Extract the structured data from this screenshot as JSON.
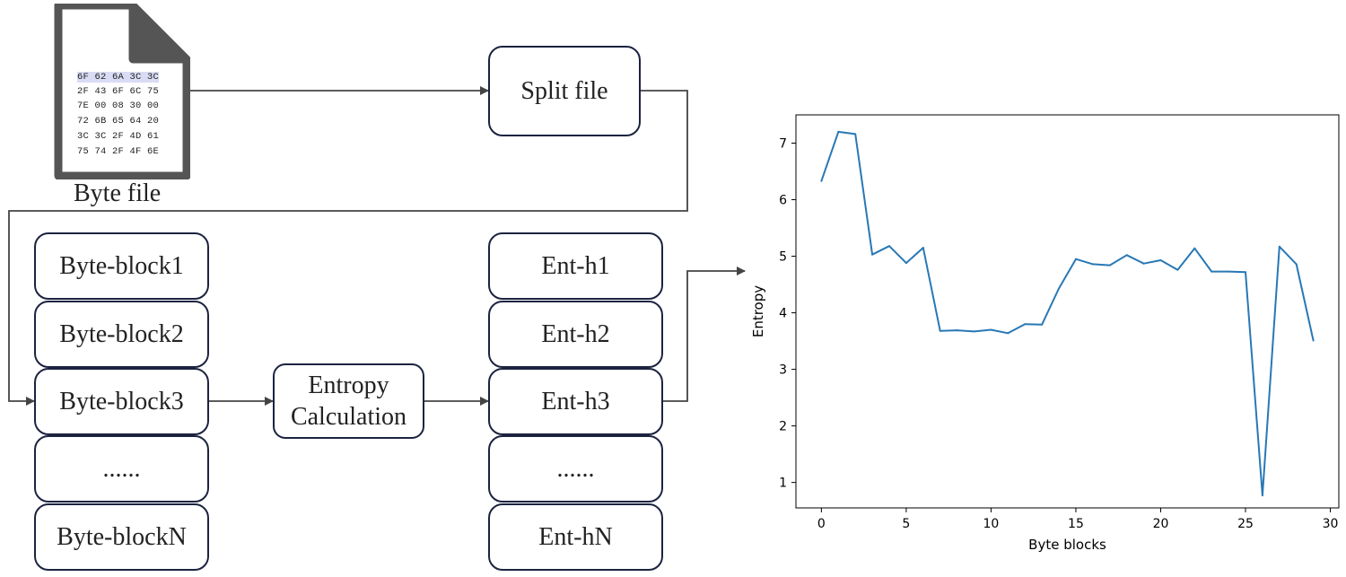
{
  "diagram": {
    "byte_file": {
      "label": "Byte file",
      "hex_rows": [
        "6F 62 6A 3C 3C",
        "2F 43 6F 6C 75",
        "7E 00 08 30 00",
        "72 6B 65 64 20",
        "3C 3C 2F 4D 61",
        "75 74 2F 4F 6E"
      ]
    },
    "split": {
      "label": "Split file"
    },
    "byte_blocks": [
      "Byte-block1",
      "Byte-block2",
      "Byte-block3",
      "......",
      "Byte-blockN"
    ],
    "calculation": {
      "line1": "Entropy",
      "line2": "Calculation"
    },
    "entropy_blocks": [
      "Ent-h1",
      "Ent-h2",
      "Ent-h3",
      "......",
      "Ent-hN"
    ],
    "colors": {
      "box_border": "#1c2340",
      "arrow": "#444444",
      "file_icon": "#555555",
      "hex_highlight": "#d9dcf4"
    }
  },
  "chart_data": {
    "type": "line",
    "xlabel": "Byte blocks",
    "ylabel": "Entropy",
    "xlim": [
      -1.5,
      30.5
    ],
    "ylim": [
      0.55,
      7.5
    ],
    "xticks": [
      0,
      5,
      10,
      15,
      20,
      25,
      30
    ],
    "yticks": [
      1,
      2,
      3,
      4,
      5,
      6,
      7
    ],
    "grid": false,
    "series": [
      {
        "color": "#2878b5",
        "x": [
          0,
          1,
          2,
          3,
          4,
          5,
          6,
          7,
          8,
          9,
          10,
          11,
          12,
          13,
          14,
          15,
          16,
          17,
          18,
          19,
          20,
          21,
          22,
          23,
          24,
          25,
          26,
          27,
          28,
          29
        ],
        "values": [
          6.33,
          7.2,
          7.16,
          5.03,
          5.18,
          4.88,
          5.15,
          3.68,
          3.69,
          3.67,
          3.7,
          3.64,
          3.8,
          3.79,
          4.43,
          4.95,
          4.86,
          4.84,
          5.02,
          4.87,
          4.93,
          4.76,
          5.14,
          4.73,
          4.73,
          4.72,
          0.77,
          5.17,
          4.86,
          3.51
        ]
      }
    ]
  }
}
